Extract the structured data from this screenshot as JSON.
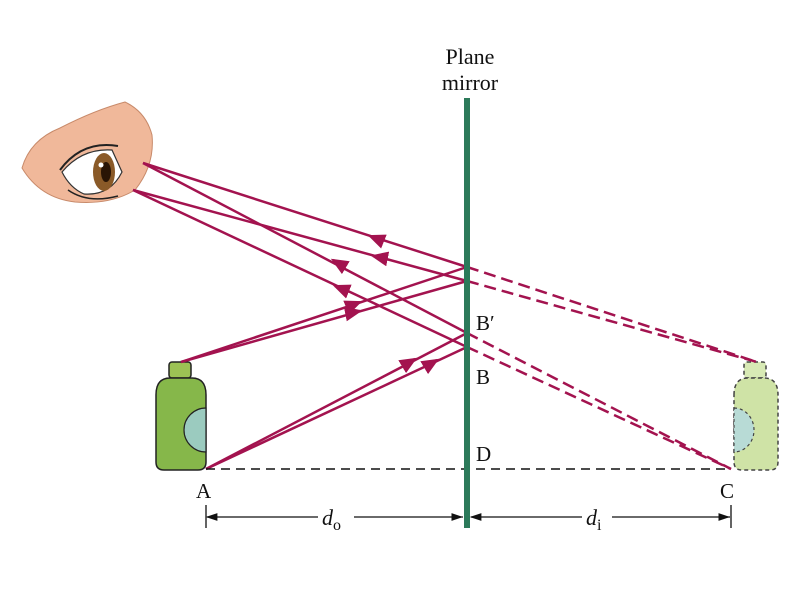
{
  "labels": {
    "mirror_line1": "Plane",
    "mirror_line2": "mirror",
    "b_prime": "B′",
    "b": "B",
    "d": "D",
    "a": "A",
    "c": "C",
    "d_o_main": "d",
    "d_o_sub": "o",
    "d_i_main": "d",
    "d_i_sub": "i"
  },
  "colors": {
    "ray": "#a3134f",
    "mirror": "#2c7a5a",
    "bottle_real": "#86b74a",
    "bottle_image": "#cfe3a6",
    "cap_real": "#9cc254",
    "highlight": "#9bcbbf",
    "skin": "#f0b89a",
    "iris": "#8a5a28"
  },
  "icons": {
    "eye": "eye-icon",
    "bottle": "bottle-icon",
    "image_bottle": "virtual-image-bottle-icon"
  }
}
